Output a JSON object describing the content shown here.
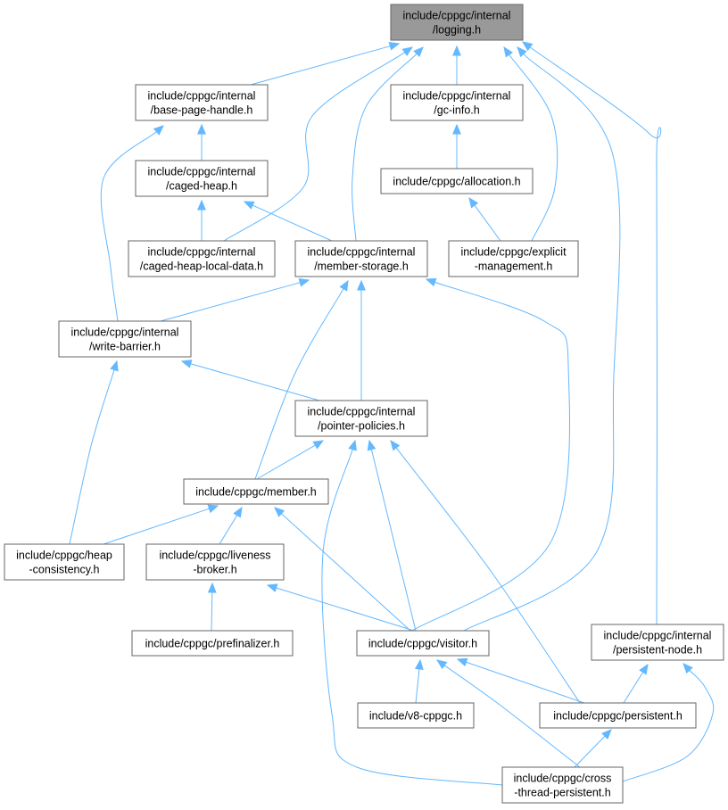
{
  "graph": {
    "type": "include-dependency-graph",
    "colors": {
      "focus_fill": "#999999",
      "node_border": "#666666",
      "edge": "#63b8ff",
      "background": "#ffffff"
    },
    "nodes": [
      {
        "id": "logging",
        "lines": [
          "include/cppgc/internal",
          "/logging.h"
        ],
        "focus": true
      },
      {
        "id": "base_page_handle",
        "lines": [
          "include/cppgc/internal",
          "/base-page-handle.h"
        ]
      },
      {
        "id": "gc_info",
        "lines": [
          "include/cppgc/internal",
          "/gc-info.h"
        ]
      },
      {
        "id": "caged_heap",
        "lines": [
          "include/cppgc/internal",
          "/caged-heap.h"
        ]
      },
      {
        "id": "allocation",
        "lines": [
          "include/cppgc/allocation.h"
        ]
      },
      {
        "id": "caged_heap_local_data",
        "lines": [
          "include/cppgc/internal",
          "/caged-heap-local-data.h"
        ]
      },
      {
        "id": "member_storage",
        "lines": [
          "include/cppgc/internal",
          "/member-storage.h"
        ]
      },
      {
        "id": "explicit_management",
        "lines": [
          "include/cppgc/explicit",
          "-management.h"
        ]
      },
      {
        "id": "write_barrier",
        "lines": [
          "include/cppgc/internal",
          "/write-barrier.h"
        ]
      },
      {
        "id": "pointer_policies",
        "lines": [
          "include/cppgc/internal",
          "/pointer-policies.h"
        ]
      },
      {
        "id": "member",
        "lines": [
          "include/cppgc/member.h"
        ]
      },
      {
        "id": "heap_consistency",
        "lines": [
          "include/cppgc/heap",
          "-consistency.h"
        ]
      },
      {
        "id": "liveness_broker",
        "lines": [
          "include/cppgc/liveness",
          "-broker.h"
        ]
      },
      {
        "id": "prefinalizer",
        "lines": [
          "include/cppgc/prefinalizer.h"
        ]
      },
      {
        "id": "visitor",
        "lines": [
          "include/cppgc/visitor.h"
        ]
      },
      {
        "id": "persistent_node",
        "lines": [
          "include/cppgc/internal",
          "/persistent-node.h"
        ]
      },
      {
        "id": "v8_cppgc",
        "lines": [
          "include/v8-cppgc.h"
        ]
      },
      {
        "id": "persistent",
        "lines": [
          "include/cppgc/persistent.h"
        ]
      },
      {
        "id": "cross_thread_persistent",
        "lines": [
          "include/cppgc/cross",
          "-thread-persistent.h"
        ]
      }
    ],
    "edges": [
      {
        "from": "base_page_handle",
        "to": "logging"
      },
      {
        "from": "gc_info",
        "to": "logging"
      },
      {
        "from": "caged_heap_local_data",
        "to": "logging"
      },
      {
        "from": "member_storage",
        "to": "logging"
      },
      {
        "from": "explicit_management",
        "to": "logging"
      },
      {
        "from": "visitor",
        "to": "logging"
      },
      {
        "from": "persistent_node",
        "to": "logging"
      },
      {
        "from": "caged_heap",
        "to": "base_page_handle"
      },
      {
        "from": "write_barrier",
        "to": "base_page_handle"
      },
      {
        "from": "allocation",
        "to": "gc_info"
      },
      {
        "from": "caged_heap_local_data",
        "to": "caged_heap"
      },
      {
        "from": "member_storage",
        "to": "caged_heap"
      },
      {
        "from": "explicit_management",
        "to": "allocation"
      },
      {
        "from": "write_barrier",
        "to": "member_storage"
      },
      {
        "from": "member",
        "to": "member_storage"
      },
      {
        "from": "pointer_policies",
        "to": "member_storage"
      },
      {
        "from": "visitor",
        "to": "member_storage"
      },
      {
        "from": "pointer_policies",
        "to": "write_barrier"
      },
      {
        "from": "heap_consistency",
        "to": "write_barrier"
      },
      {
        "from": "member",
        "to": "pointer_policies"
      },
      {
        "from": "visitor",
        "to": "pointer_policies"
      },
      {
        "from": "persistent",
        "to": "pointer_policies"
      },
      {
        "from": "cross_thread_persistent",
        "to": "pointer_policies"
      },
      {
        "from": "heap_consistency",
        "to": "member"
      },
      {
        "from": "liveness_broker",
        "to": "member"
      },
      {
        "from": "visitor",
        "to": "member"
      },
      {
        "from": "prefinalizer",
        "to": "liveness_broker"
      },
      {
        "from": "visitor",
        "to": "liveness_broker"
      },
      {
        "from": "v8_cppgc",
        "to": "visitor"
      },
      {
        "from": "persistent",
        "to": "visitor"
      },
      {
        "from": "cross_thread_persistent",
        "to": "visitor"
      },
      {
        "from": "persistent",
        "to": "persistent_node"
      },
      {
        "from": "cross_thread_persistent",
        "to": "persistent_node"
      },
      {
        "from": "cross_thread_persistent",
        "to": "persistent"
      }
    ]
  }
}
